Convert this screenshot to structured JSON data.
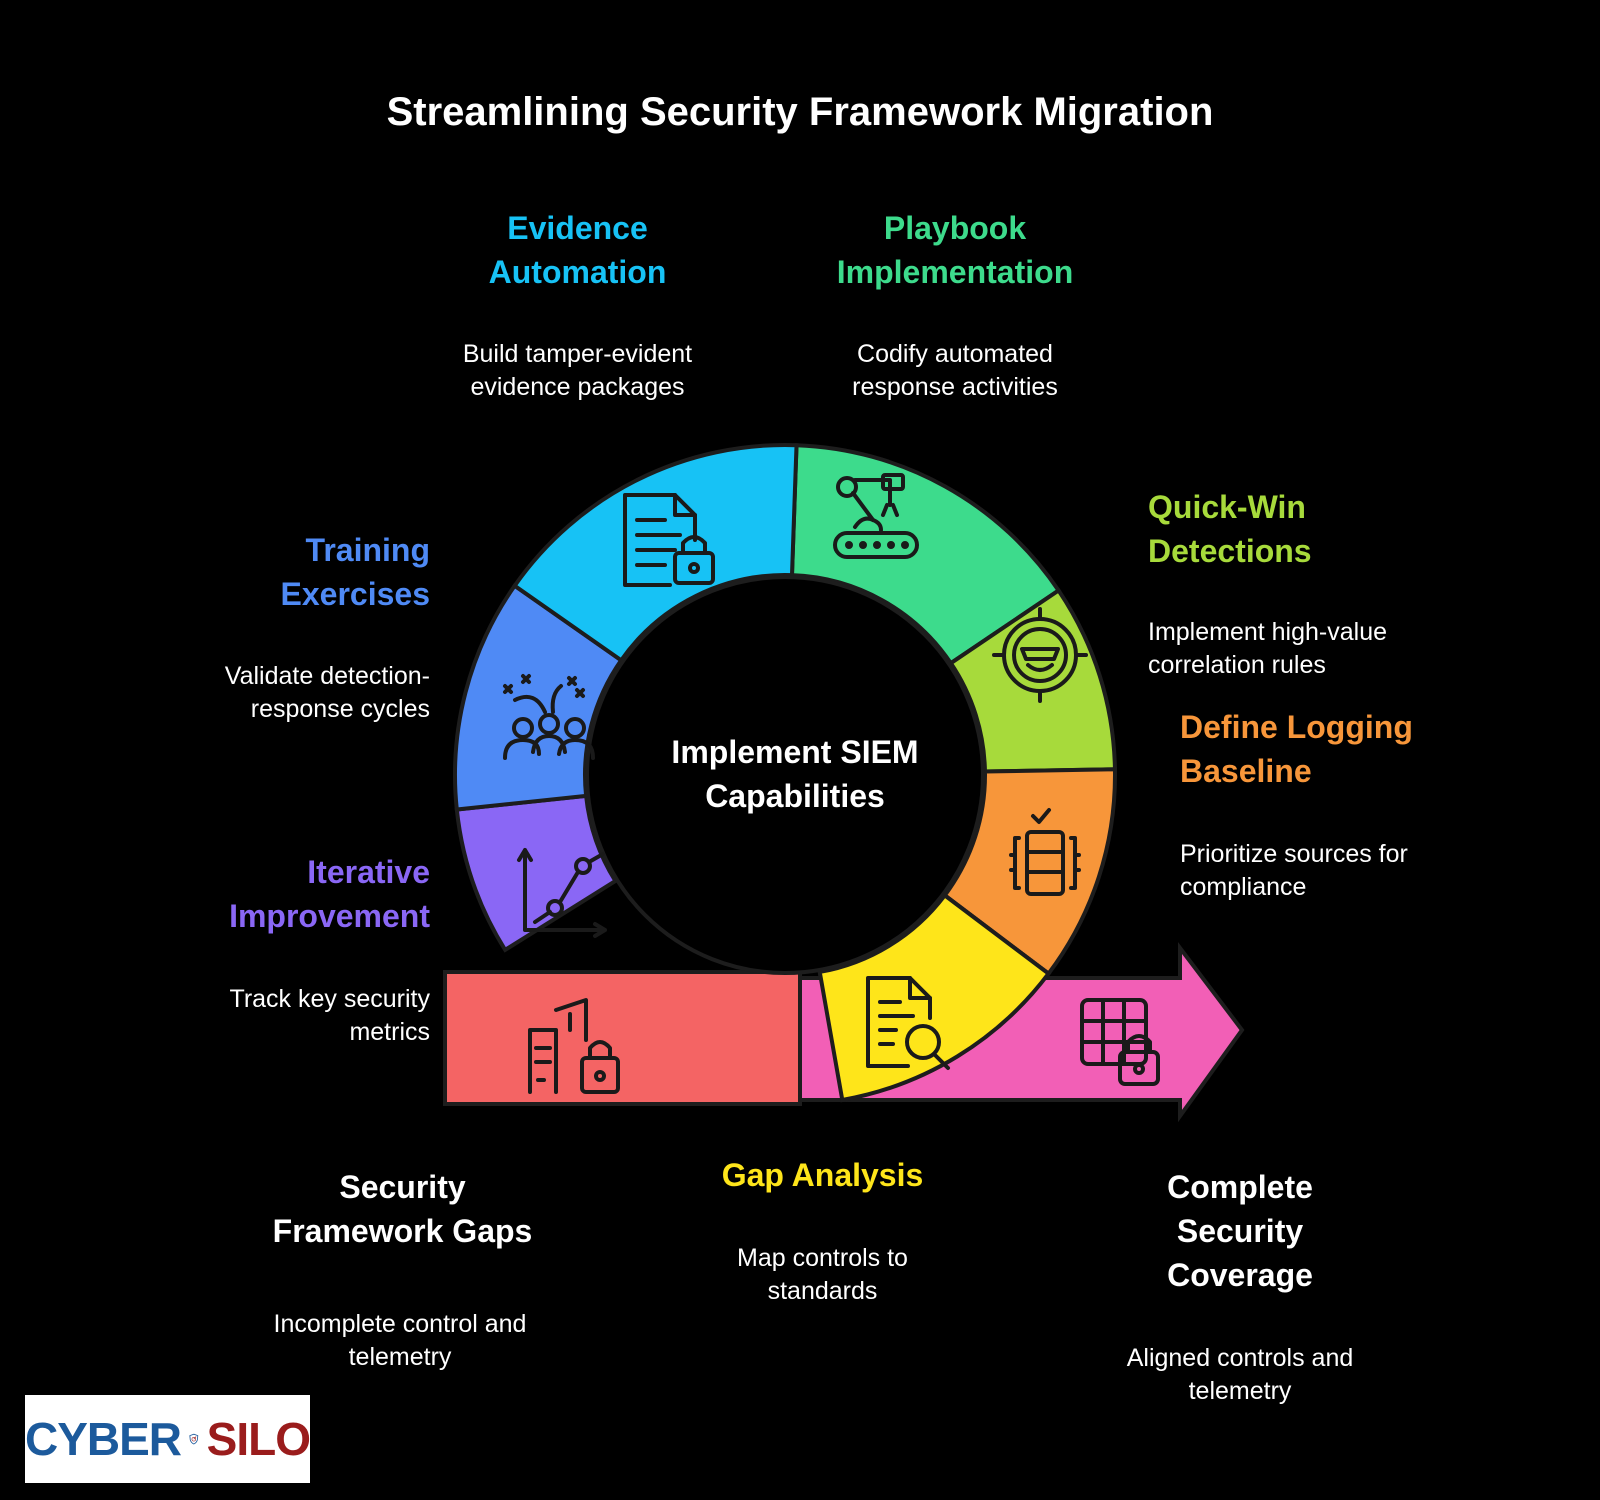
{
  "title": "Streamlining Security Framework Migration",
  "center": "Implement SIEM Capabilities",
  "colors": {
    "background": "#000000",
    "evidence": "#17C2F5",
    "playbook": "#3DDB8C",
    "quickwin": "#A7DA3B",
    "logging": "#F7963A",
    "gap": "#FEE51A",
    "coverage": "#F25FB6",
    "gaps": "#F46464",
    "iterative": "#8A67F5",
    "training": "#4F8AF5"
  },
  "steps": {
    "evidence": {
      "title": "Evidence Automation",
      "desc": "Build tamper-evident evidence packages",
      "icon": "document-lock-icon"
    },
    "playbook": {
      "title": "Playbook Implementation",
      "desc": "Codify automated response activities",
      "icon": "robot-arm-conveyor-icon"
    },
    "quickwin": {
      "title": "Quick-Win Detections",
      "desc": "Implement high-value correlation rules",
      "icon": "target-crosshair-icon"
    },
    "logging": {
      "title": "Define Logging Baseline",
      "desc": "Prioritize sources for compliance",
      "icon": "server-check-icon"
    },
    "gap": {
      "title": "Gap Analysis",
      "desc": "Map controls to standards",
      "icon": "document-search-icon"
    },
    "iterative": {
      "title": "Iterative Improvement",
      "desc": "Track key security metrics",
      "icon": "line-chart-icon"
    },
    "training": {
      "title": "Training Exercises",
      "desc": "Validate detection-response cycles",
      "icon": "team-strategy-icon"
    }
  },
  "start": {
    "title": "Security Framework Gaps",
    "desc": "Incomplete control and telemetry",
    "icon": "buildings-lock-icon"
  },
  "end": {
    "title": "Complete Security Coverage",
    "desc": "Aligned controls and telemetry",
    "icon": "grid-lock-icon"
  },
  "logo": {
    "left": "CYBER",
    "right": "SILO",
    "icon": "shield-icon"
  }
}
